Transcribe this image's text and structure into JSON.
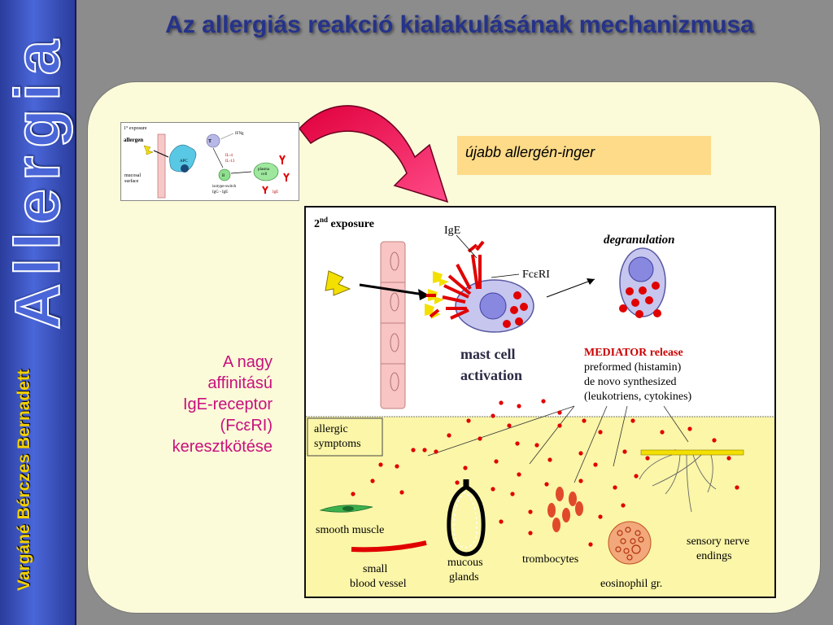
{
  "sidebar": {
    "title": "Allergia",
    "author": "Vargáné Bérczes Bernadett"
  },
  "slide_title": "Az allergiás reakció kialakulásának mechanizmusa",
  "callout": "újabb allergén-inger",
  "side_note": [
    "A nagy",
    "affinitású",
    "IgE-receptor",
    "(FcεRI)",
    "keresztkötése"
  ],
  "thumbnail": {
    "exposure": "1° exposure",
    "allergen": "allergen",
    "mucosal": [
      "mucosal",
      "surface"
    ],
    "apc": "APC",
    "th2": "T",
    "ifn": "IFNg",
    "il": [
      "IL-4",
      "IL-13"
    ],
    "b": "B",
    "plasma": [
      "plasma",
      "cell"
    ],
    "isotype": [
      "isotype-switch",
      "IgG - IgE"
    ],
    "ige": "IgE"
  },
  "figure": {
    "exposure": "2",
    "exposure_sup": "nd",
    "exposure_rest": " exposure",
    "ige": "IgE",
    "fceri": "FcεRI",
    "mast_cell": [
      "mast cell",
      "activation"
    ],
    "degranulation": "degranulation",
    "mediator": "MEDIATOR release",
    "mediator_lines": [
      "preformed (histamin)",
      "de novo synthesized",
      "(leukotriens, cytokines)"
    ],
    "symptoms": [
      "allergic",
      "symptoms"
    ],
    "smooth_muscle": "smooth muscle",
    "blood_vessel": [
      "small",
      "blood vessel"
    ],
    "mucous": [
      "mucous",
      "glands"
    ],
    "trombocytes": "trombocytes",
    "eosinophil": "eosinophil gr.",
    "sensory": [
      "sensory nerve",
      "endings"
    ]
  },
  "colors": {
    "title": "#26338a",
    "note": "#c8107c",
    "callout": "#fddb88",
    "panel": "#fbfad9",
    "symptom_zone": "#fbf6a8"
  }
}
